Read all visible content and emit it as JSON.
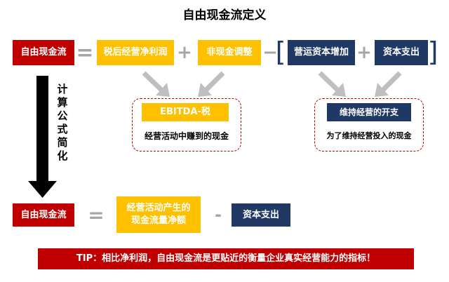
{
  "title": "自由现金流定义",
  "row1": {
    "fcf": "自由现金流",
    "eq": "=",
    "net_income": "税后经营净利润",
    "plus1": "+",
    "noncash": "非现金调整",
    "minus": "−",
    "bracket_left": "[",
    "working_capital": "营运资本增加",
    "plus2": "+",
    "capex": "资本支出",
    "bracket_right": "]"
  },
  "simplify_label": "计算公式简化",
  "callout_left": {
    "header": "EBITDA-税",
    "text": "经营活动中赚到的现金"
  },
  "callout_right": {
    "header": "维持经营的开支",
    "text": "为了维持经营投入的现金"
  },
  "row2": {
    "fcf": "自由现金流",
    "eq": "=",
    "ocf": "经营活动产生的现金流量净额",
    "minus": "-",
    "capex": "资本支出"
  },
  "tip": "TIP：相比净利润，自由现金流是更贴近的衡量企业真实经营能力的指标！",
  "colors": {
    "red": "#c00000",
    "yellow": "#ffc000",
    "navy": "#1f3864",
    "gray": "#a6a6a6"
  }
}
